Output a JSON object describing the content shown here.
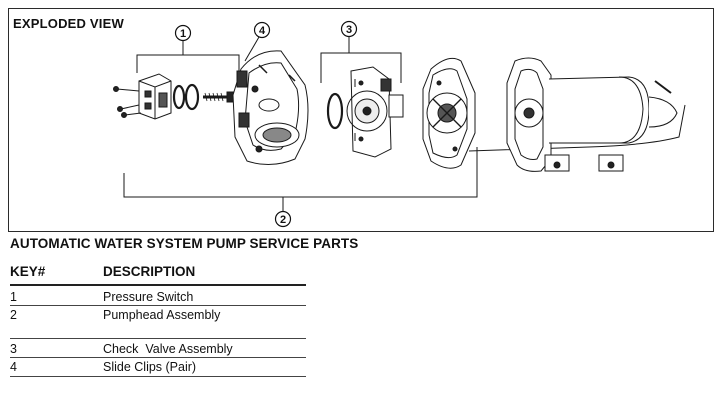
{
  "figure": {
    "title": "EXPLODED VIEW",
    "callouts": [
      "1",
      "2",
      "3",
      "4"
    ]
  },
  "table": {
    "title": "AUTOMATIC WATER SYSTEM PUMP SERVICE PARTS",
    "headers": {
      "key": "KEY#",
      "description": "DESCRIPTION"
    },
    "rows": [
      {
        "key": "1",
        "description": "Pressure Switch"
      },
      {
        "key": "2",
        "description": "Pumphead Assembly"
      },
      {
        "key": "3",
        "description": "Check  Valve Assembly"
      },
      {
        "key": "4",
        "description": "Slide Clips (Pair)"
      }
    ]
  }
}
